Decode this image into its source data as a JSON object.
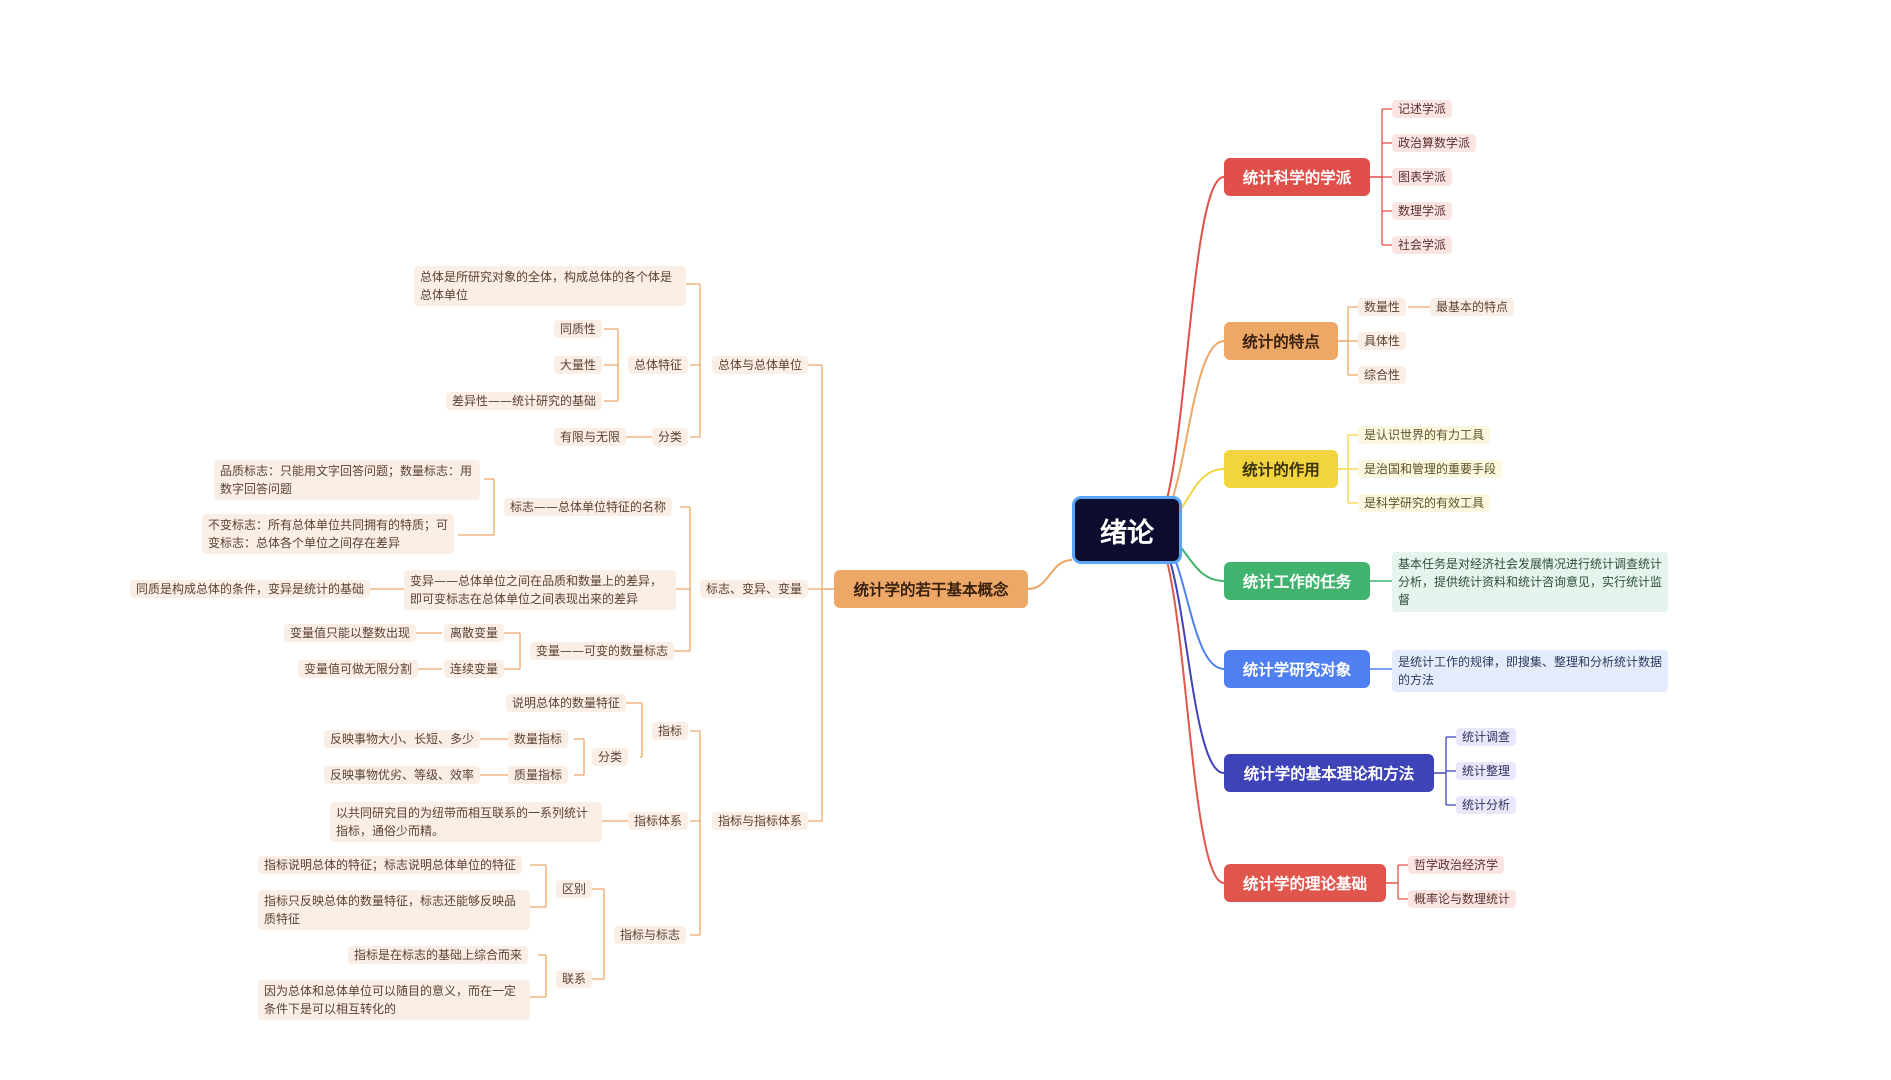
{
  "root": "绪论",
  "colors": {
    "root_fill": "#0c0d2e",
    "root_border": "#5aa3f5",
    "school": "#e04f4a",
    "features": "#eda767",
    "role": "#f2d43f",
    "tasks": "#41b36f",
    "object": "#4f7ff0",
    "theory_method": "#3f43b8",
    "theory_basis": "#e0564c",
    "left_branch": "#eda767"
  },
  "right": {
    "school": {
      "label": "统计科学的学派",
      "children": [
        "记述学派",
        "政治算数学派",
        "图表学派",
        "数理学派",
        "社会学派"
      ]
    },
    "features": {
      "label": "统计的特点",
      "children": [
        "数量性",
        "具体性",
        "综合性"
      ],
      "note": "最基本的特点"
    },
    "role": {
      "label": "统计的作用",
      "children": [
        "是认识世界的有力工具",
        "是治国和管理的重要手段",
        "是科学研究的有效工具"
      ]
    },
    "tasks": {
      "label": "统计工作的任务",
      "detail": "基本任务是对经济社会发展情况进行统计调查统计分析，提供统计资料和统计咨询意见，实行统计监督"
    },
    "object": {
      "label": "统计学研究对象",
      "detail": "是统计工作的规律，即搜集、整理和分析统计数据的方法"
    },
    "theory_method": {
      "label": "统计学的基本理论和方法",
      "children": [
        "统计调查",
        "统计整理",
        "统计分析"
      ]
    },
    "theory_basis": {
      "label": "统计学的理论基础",
      "children": [
        "哲学政治经济学",
        "概率论与数理统计"
      ]
    }
  },
  "left": {
    "label": "统计学的若干基本概念",
    "population": {
      "label": "总体与总体单位",
      "definition": "总体是所研究对象的全体，构成总体的各个体是总体单位",
      "features_label": "总体特征",
      "features": [
        "同质性",
        "大量性",
        "差异性——统计研究的基础"
      ],
      "class_label": "分类",
      "class_value": "有限与无限"
    },
    "marker": {
      "label": "标志、变异、变量",
      "sign_label": "标志——总体单位特征的名称",
      "sign_children": [
        "品质标志：只能用文字回答问题；数量标志：用数字回答问题",
        "不变标志：所有总体单位共同拥有的特质；可变标志：总体各个单位之间存在差异"
      ],
      "variation_label": "变异——总体单位之间在品质和数量上的差异，即可变标志在总体单位之间表现出来的差异",
      "variation_note": "同质是构成总体的条件，变异是统计的基础",
      "variable_label": "变量——可变的数量标志",
      "variable_children": [
        {
          "label": "离散变量",
          "note": "变量值只能以整数出现"
        },
        {
          "label": "连续变量",
          "note": "变量值可做无限分割"
        }
      ]
    },
    "indicator": {
      "label": "指标与指标体系",
      "ind_label": "指标",
      "ind_def": "说明总体的数量特征",
      "ind_class_label": "分类",
      "ind_class": [
        {
          "label": "数量指标",
          "note": "反映事物大小、长短、多少"
        },
        {
          "label": "质量指标",
          "note": "反映事物优劣、等级、效率"
        }
      ],
      "system_label": "指标体系",
      "system_def": "以共同研究目的为纽带而相互联系的一系列统计指标，通俗少而精。",
      "rel_label": "指标与标志",
      "diff_label": "区别",
      "diff": [
        "指标说明总体的特征；标志说明总体单位的特征",
        "指标只反映总体的数量特征，标志还能够反映品质特征"
      ],
      "link_label": "联系",
      "link": [
        "指标是在标志的基础上综合而来",
        "因为总体和总体单位可以随目的意义，而在一定条件下是可以相互转化的"
      ]
    }
  }
}
